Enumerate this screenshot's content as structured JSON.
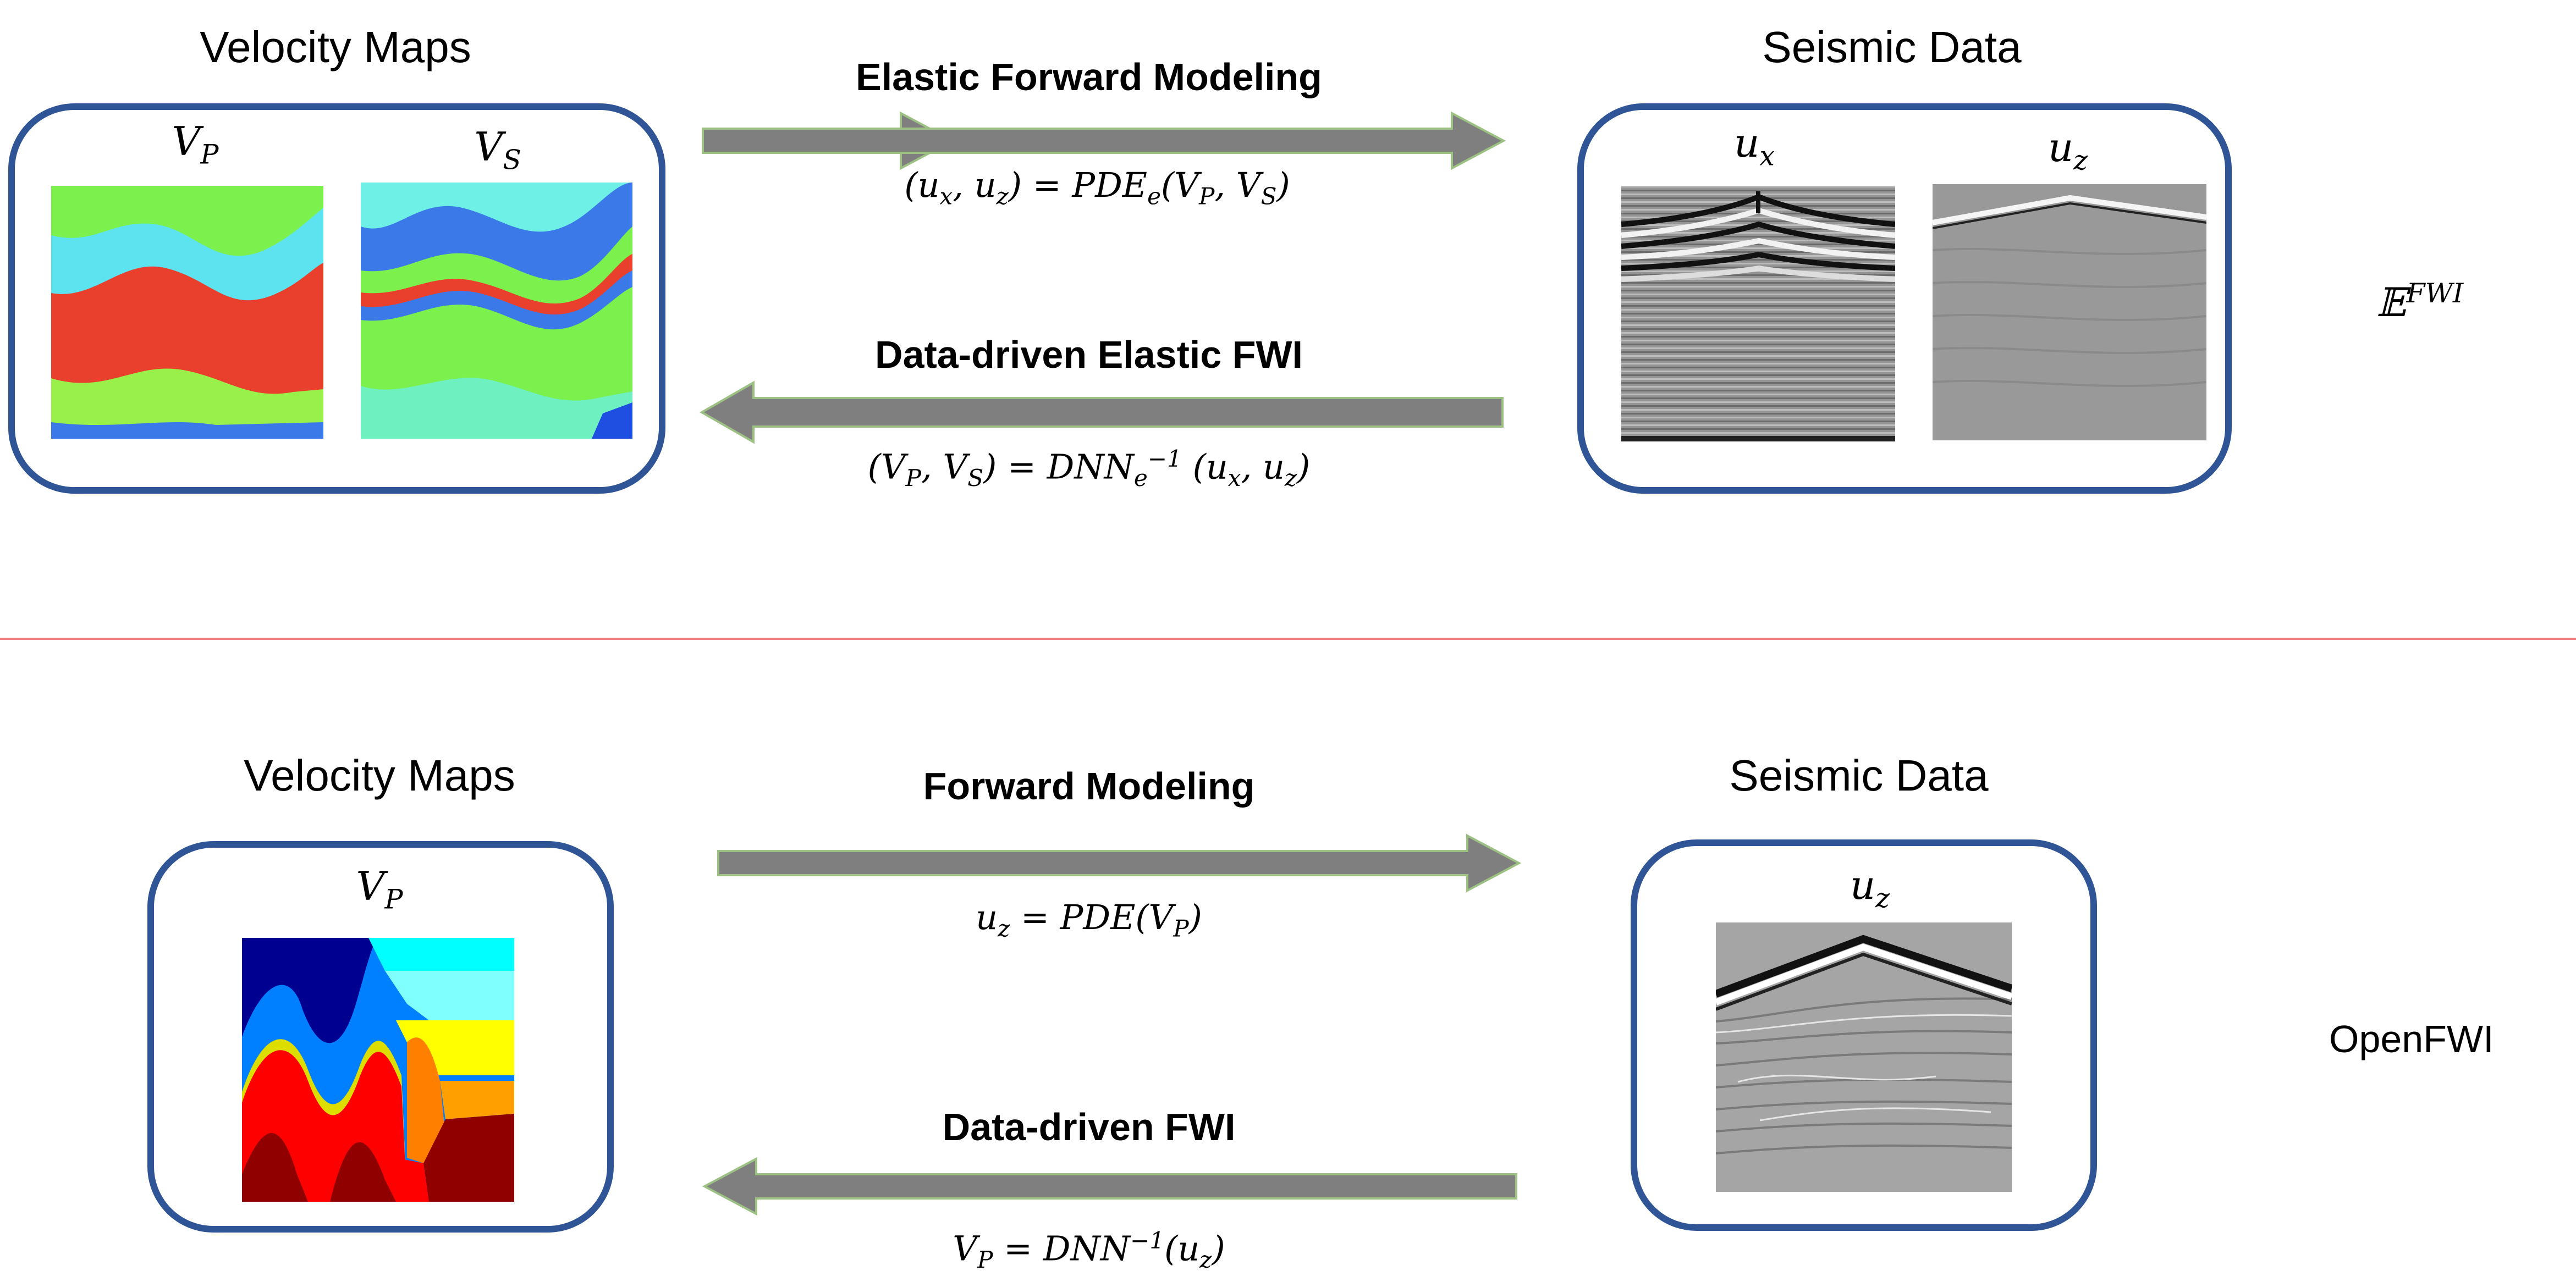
{
  "top": {
    "velocity_title": "Velocity Maps",
    "seismic_title": "Seismic Data",
    "forward_label": "Elastic Forward Modeling",
    "forward_eq": "(u_x, u_z) = PDE_e(V_P, V_S)",
    "inverse_label": "Data-driven Elastic FWI",
    "inverse_eq": "(V_P, V_S) = DNN_e^-1 (u_x, u_z)",
    "map_labels": [
      "V_P",
      "V_S"
    ],
    "data_labels": [
      "u_x",
      "u_z"
    ],
    "side_label": "𝔼^FWI"
  },
  "bottom": {
    "velocity_title": "Velocity Maps",
    "seismic_title": "Seismic Data",
    "forward_label": "Forward Modeling",
    "forward_eq": "u_z = PDE(V_P)",
    "inverse_label": "Data-driven FWI",
    "inverse_eq": "V_P = DNN^-1(u_z)",
    "map_labels": [
      "V_P"
    ],
    "data_labels": [
      "u_z"
    ],
    "side_label": "OpenFWI"
  },
  "colors": {
    "panel_border": "#2f5597",
    "arrow_fill": "#7f7f7f",
    "arrow_edge": "#9dc183",
    "divider": "#f08080"
  }
}
